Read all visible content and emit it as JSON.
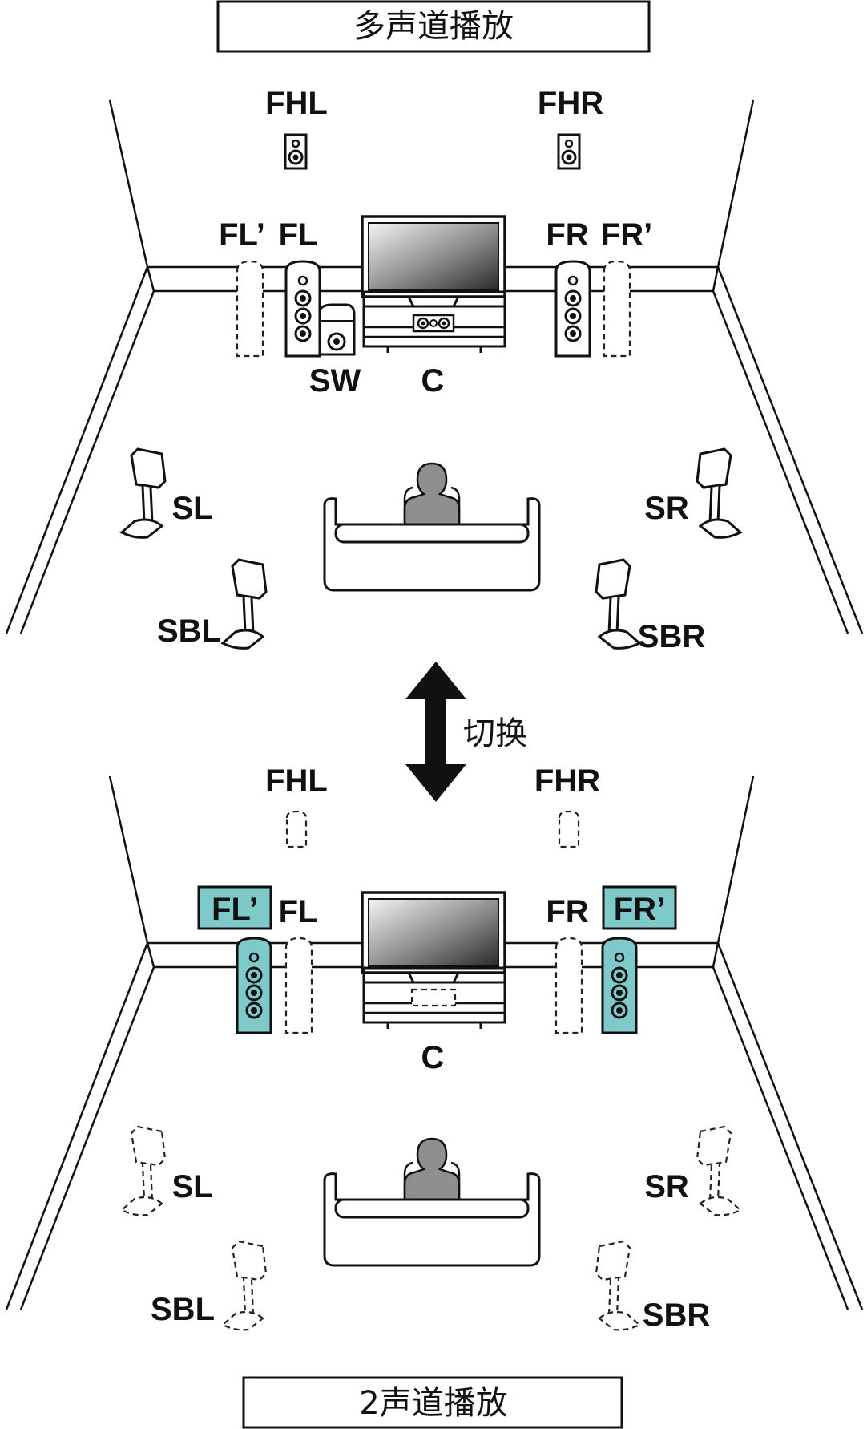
{
  "top_title": "多声道播放",
  "bottom_title": "2声道播放",
  "switch_label": "切换",
  "top_scene": {
    "labels": {
      "fhl": "FHL",
      "fhr": "FHR",
      "fl_prime": "FL’",
      "fl": "FL",
      "fr": "FR",
      "fr_prime": "FR’",
      "sw": "SW",
      "c": "C",
      "sl": "SL",
      "sr": "SR",
      "sbl": "SBL",
      "sbr": "SBR"
    }
  },
  "bottom_scene": {
    "labels": {
      "fhl": "FHL",
      "fhr": "FHR",
      "fl_prime": "FL’",
      "fl": "FL",
      "fr": "FR",
      "fr_prime": "FR’",
      "c": "C",
      "sl": "SL",
      "sr": "SR",
      "sbl": "SBL",
      "sbr": "SBR"
    },
    "highlighted_speakers": [
      "FL’",
      "FR’"
    ]
  },
  "colors": {
    "highlight": "#7ecaca",
    "line": "#111111",
    "person": "#8a8a8a"
  }
}
